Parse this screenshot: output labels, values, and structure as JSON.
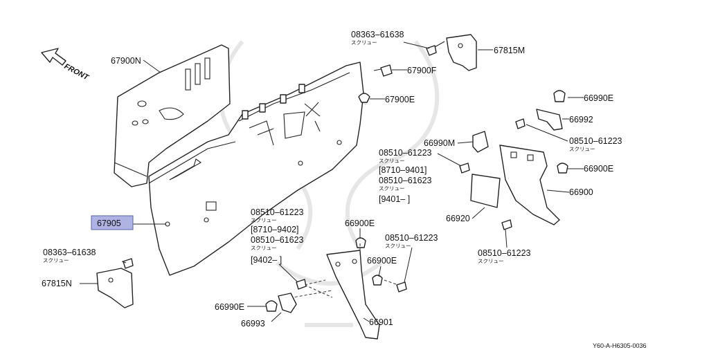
{
  "diagram": {
    "front_label": "FRONT",
    "image_code": "Y60-A-H6305-0036",
    "highlight_part": "67905",
    "screw_note": "スクリュー",
    "labels": {
      "p67900N": "67900N",
      "p08363_top": "08363–61638",
      "p67815M": "67815M",
      "p67900F": "67900F",
      "p67900E_top": "67900E",
      "p66990E_r": "66990E",
      "p66992": "66992",
      "p08510_r1": "08510–61223",
      "p66990M": "66990M",
      "p08510_m1": "08510–61223",
      "p8710_9401": "[8710–9401]",
      "p08510_m2": "08510–61623",
      "p9401": "[9401–      ]",
      "p66900E_r": "66900E",
      "p66900": "66900",
      "p66920": "66920",
      "p08510_r2": "08510–61223",
      "p67905": "67905",
      "p08510_c1": "08510–61223",
      "p8710_9402": "[8710–9402]",
      "p08510_c2": "08510–61623",
      "p9402": "[9402–      ]",
      "p66900E_c1": "66900E",
      "p08510_c3": "08510–61223",
      "p66900E_c2": "66900E",
      "p08363_l": "08363–61638",
      "p67815N": "67815N",
      "p66990E_b": "66990E",
      "p66993": "66993",
      "p66901": "66901"
    }
  }
}
